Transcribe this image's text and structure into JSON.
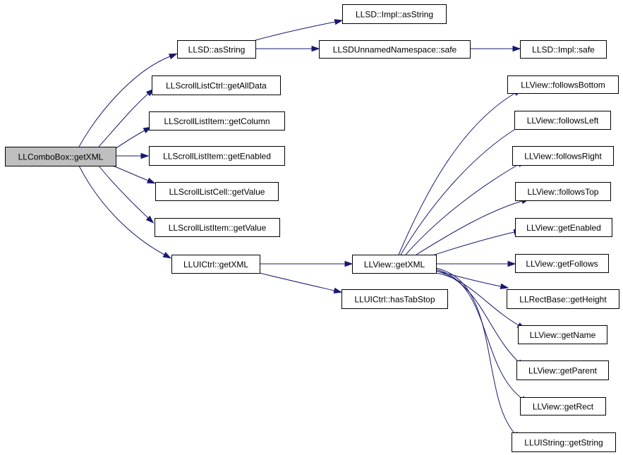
{
  "colors": {
    "edge": "#191970",
    "node_fill": "#ffffff",
    "root_fill": "#bfbfbf",
    "node_border": "#000000"
  },
  "nodes": [
    {
      "id": "root",
      "label": "LLComboBox::getXML",
      "root": true
    },
    {
      "id": "llsd_asstring",
      "label": "LLSD::asString"
    },
    {
      "id": "llsd_impl_asstring",
      "label": "LLSD::Impl::asString"
    },
    {
      "id": "unnamed_safe",
      "label": "LLSDUnnamedNamespace::safe"
    },
    {
      "id": "llsd_impl_safe",
      "label": "LLSD::Impl::safe"
    },
    {
      "id": "sl_getalldata",
      "label": "LLScrollListCtrl::getAllData"
    },
    {
      "id": "sli_getcolumn",
      "label": "LLScrollListItem::getColumn"
    },
    {
      "id": "sli_getenabled",
      "label": "LLScrollListItem::getEnabled"
    },
    {
      "id": "slc_getvalue",
      "label": "LLScrollListCell::getValue"
    },
    {
      "id": "sli_getvalue",
      "label": "LLScrollListItem::getValue"
    },
    {
      "id": "uictrl_getxml",
      "label": "LLUICtrl::getXML"
    },
    {
      "id": "view_getxml",
      "label": "LLView::getXML"
    },
    {
      "id": "uictrl_hastabstop",
      "label": "LLUICtrl::hasTabStop"
    },
    {
      "id": "view_followsbottom",
      "label": "LLView::followsBottom"
    },
    {
      "id": "view_followsleft",
      "label": "LLView::followsLeft"
    },
    {
      "id": "view_followsright",
      "label": "LLView::followsRight"
    },
    {
      "id": "view_followstop",
      "label": "LLView::followsTop"
    },
    {
      "id": "view_getenabled",
      "label": "LLView::getEnabled"
    },
    {
      "id": "view_getfollows",
      "label": "LLView::getFollows"
    },
    {
      "id": "rect_getheight",
      "label": "LLRectBase::getHeight"
    },
    {
      "id": "view_getname",
      "label": "LLView::getName"
    },
    {
      "id": "view_getparent",
      "label": "LLView::getParent"
    },
    {
      "id": "view_getrect",
      "label": "LLView::getRect"
    },
    {
      "id": "uistring_getstring",
      "label": "LLUIString::getString"
    }
  ],
  "edges": [
    {
      "from": "root",
      "to": "llsd_asstring"
    },
    {
      "from": "root",
      "to": "sl_getalldata"
    },
    {
      "from": "root",
      "to": "sli_getcolumn"
    },
    {
      "from": "root",
      "to": "sli_getenabled"
    },
    {
      "from": "root",
      "to": "slc_getvalue"
    },
    {
      "from": "root",
      "to": "sli_getvalue"
    },
    {
      "from": "root",
      "to": "uictrl_getxml"
    },
    {
      "from": "llsd_asstring",
      "to": "llsd_impl_asstring"
    },
    {
      "from": "llsd_asstring",
      "to": "unnamed_safe"
    },
    {
      "from": "unnamed_safe",
      "to": "llsd_impl_safe"
    },
    {
      "from": "uictrl_getxml",
      "to": "view_getxml"
    },
    {
      "from": "uictrl_getxml",
      "to": "uictrl_hastabstop"
    },
    {
      "from": "view_getxml",
      "to": "view_followsbottom"
    },
    {
      "from": "view_getxml",
      "to": "view_followsleft"
    },
    {
      "from": "view_getxml",
      "to": "view_followsright"
    },
    {
      "from": "view_getxml",
      "to": "view_followstop"
    },
    {
      "from": "view_getxml",
      "to": "view_getenabled"
    },
    {
      "from": "view_getxml",
      "to": "view_getfollows"
    },
    {
      "from": "view_getxml",
      "to": "rect_getheight"
    },
    {
      "from": "view_getxml",
      "to": "view_getname"
    },
    {
      "from": "view_getxml",
      "to": "view_getparent"
    },
    {
      "from": "view_getxml",
      "to": "view_getrect"
    },
    {
      "from": "view_getxml",
      "to": "uistring_getstring"
    }
  ]
}
